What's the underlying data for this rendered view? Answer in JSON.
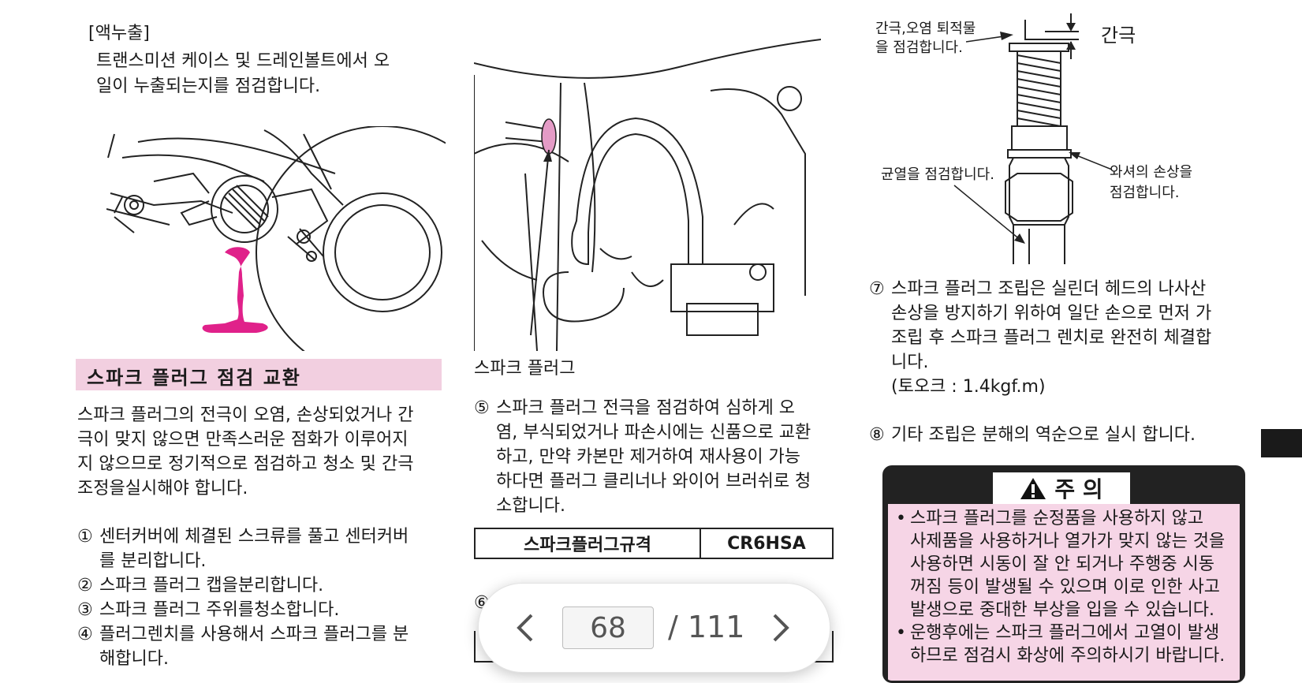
{
  "left_column": {
    "leak_title": "[액누출]",
    "leak_text": [
      "트랜스미션 케이스 및 드레인볼트에서 오",
      "일이 누출되는지를 점검합니다."
    ],
    "section_heading": "스파크 플러그 점검 교환",
    "intro_text": [
      "스파크 플러그의 전극이 오염, 손상되었거나 간",
      "극이 맞지 않으면 만족스러운 점화가 이루어지",
      "지 않으므로 정기적으로 점검하고 청소 및 간극",
      "조정을실시해야 합니다."
    ],
    "steps": [
      {
        "num": "①",
        "lines": [
          "센터커버에 체결된 스크류를 풀고 센터커버",
          "를 분리합니다."
        ]
      },
      {
        "num": "②",
        "lines": [
          "스파크 플러그 캡을분리합니다."
        ]
      },
      {
        "num": "③",
        "lines": [
          "스파크 플러그 주위를청소합니다."
        ]
      },
      {
        "num": "④",
        "lines": [
          "플러그렌치를 사용해서 스파크 플러그를 분",
          "해합니다."
        ]
      }
    ]
  },
  "middle_column": {
    "figure_label": "스파크 플러그",
    "step5": {
      "num": "⑤",
      "lines": [
        "스파크 플러그 전극을 점검하여 심하게 오",
        "염, 부식되었거나 파손시에는 신품으로 교환",
        "하고, 만약 카본만 제거하여 재사용이 가능",
        "하다면 플러그 클리너나 와이어 브러쉬로 청",
        "소합니다."
      ]
    },
    "spec_table": {
      "label": "스파크플러그규격",
      "value": "CR6HSA"
    },
    "step6_partial": "⑥"
  },
  "right_column": {
    "diagram_labels": {
      "gap_check": [
        "간극,오염 퇴적물",
        "을 점검합니다."
      ],
      "gap": "간극",
      "crack_check": "균열을 점검합니다.",
      "washer_check": [
        "와셔의 손상을",
        "점검합니다."
      ]
    },
    "step7": {
      "num": "⑦",
      "lines": [
        "스파크 플러그 조립은 실린더 헤드의 나사산",
        "손상을 방지하기 위하여 일단 손으로 먼저 가",
        "조립 후 스파크 플러그 렌치로 완전히 체결합",
        "니다.",
        "(토오크 : 1.4kgf.m)"
      ]
    },
    "step8": {
      "num": "⑧",
      "text": "기타 조립은 분해의 역순으로 실시 합니다."
    },
    "caution": {
      "title": "주 의",
      "bullets": [
        [
          "스파크 플러그를 순정품을 사용하지 않고",
          "사제품을 사용하거나 열가가 맞지 않는 것을",
          "사용하면 시동이 잘 안 되거나 주행중 시동",
          "꺼짐 등이 발생될 수 있으며 이로 인한 사고",
          "발생으로 중대한 부상을 입을 수 있습니다."
        ],
        [
          "운행후에는 스파크 플러그에서 고열이 발생",
          "하므로 점검시 화상에 주의하시기 바랍니다."
        ]
      ]
    }
  },
  "pager": {
    "current_page": "68",
    "total": "/ 111"
  },
  "colors": {
    "heading_bg": "#f2cfe0",
    "caution_bg": "#f6d5e6",
    "oil": "#e0218a"
  }
}
